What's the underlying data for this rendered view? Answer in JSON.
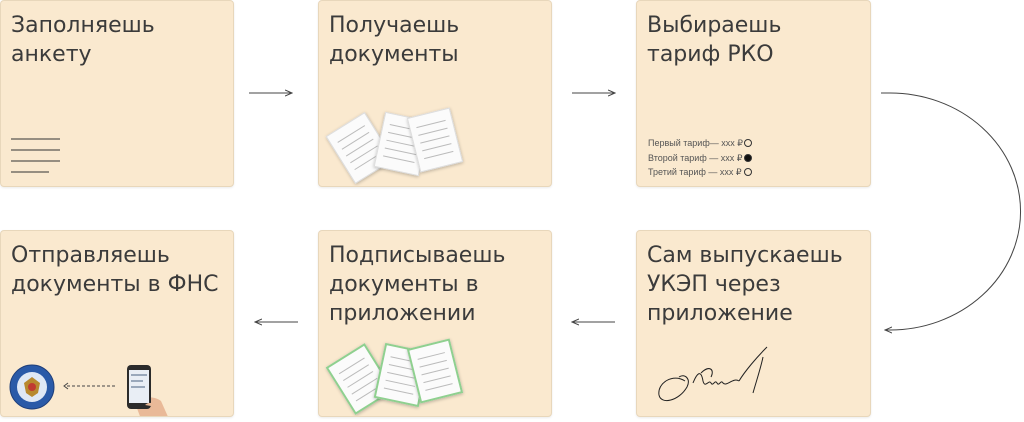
{
  "steps": [
    {
      "title": "Заполняешь\nанкету"
    },
    {
      "title": "Получаешь\nдокументы"
    },
    {
      "title": "Выбираешь\nтариф РКО"
    },
    {
      "title": "Отправляешь\nдокументы в ФНС"
    },
    {
      "title": "Подписываешь\nдокументы в\nприложении"
    },
    {
      "title": "Сам выпускаешь\nУКЭП через\nприложение"
    }
  ],
  "tariffs": [
    {
      "label": "Первый тариф— xxx ₽",
      "selected": false
    },
    {
      "label": "Второй тариф — xxx ₽",
      "selected": true
    },
    {
      "label": "Третий тариф — xxx ₽",
      "selected": false
    }
  ],
  "icons": {
    "form_lines": "form-lines-icon",
    "documents": "documents-icon",
    "signed_documents": "signed-documents-icon",
    "signature": "signature-icon",
    "tax_service_emblem": "tax-service-emblem-icon",
    "phone": "phone-in-hand-icon"
  },
  "colors": {
    "card_background": "#fae9cf",
    "signed_border": "#8fd08f",
    "arrow": "#444444"
  }
}
